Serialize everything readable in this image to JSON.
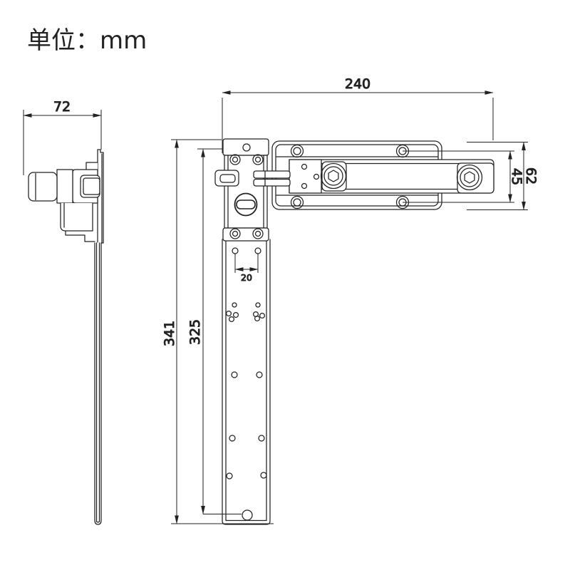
{
  "unit_label": "单位：mm",
  "dims": {
    "side_depth": "72",
    "front_width": "240",
    "overall_height": "341",
    "rod_hole_height": "325",
    "hole_pitch": "20",
    "screw_row_spacing": "45",
    "bracket_height": "62"
  },
  "colors": {
    "line": "#222222",
    "background": "#ffffff"
  }
}
